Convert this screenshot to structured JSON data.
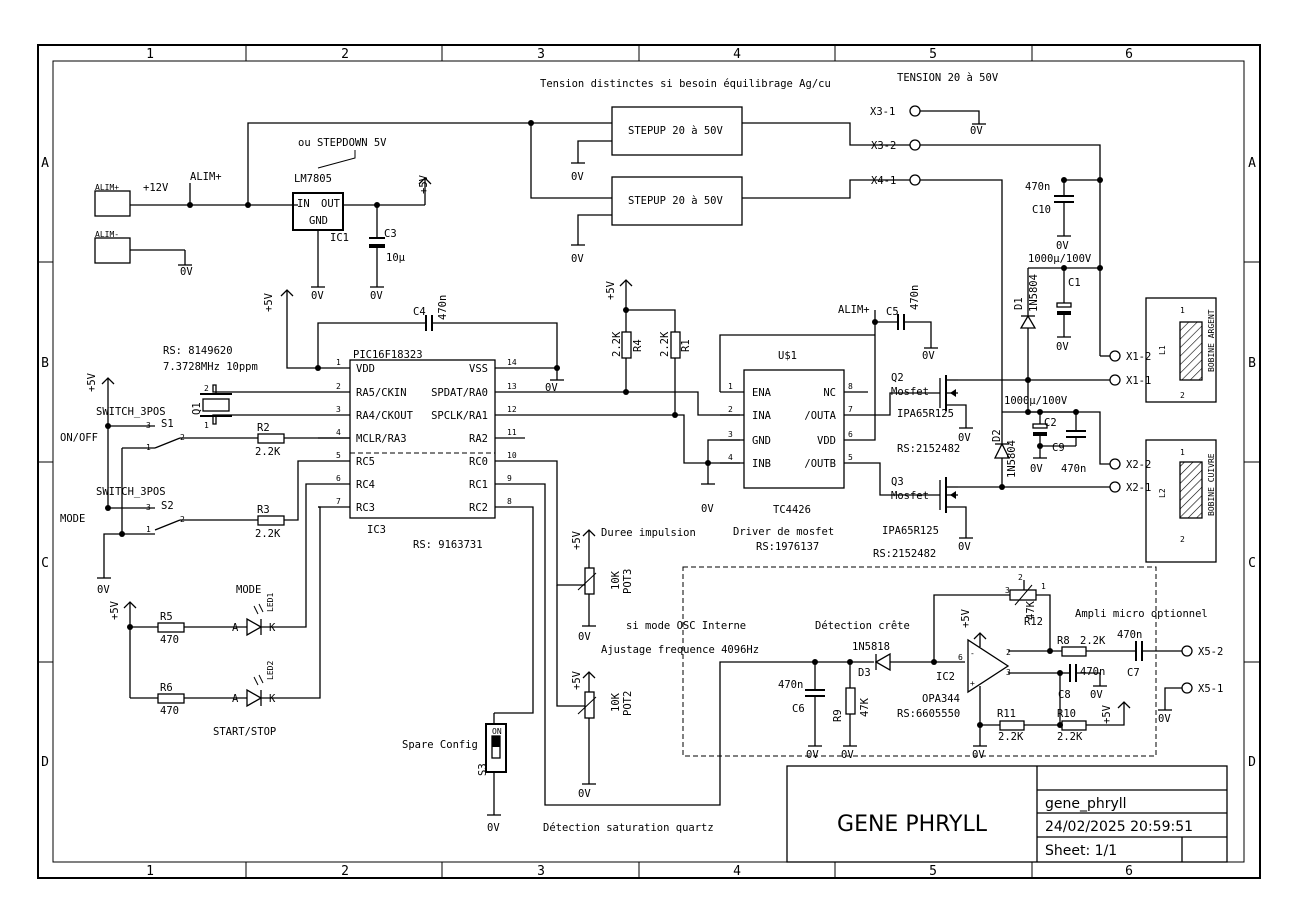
{
  "frame": {
    "columns": [
      "1",
      "2",
      "3",
      "4",
      "5",
      "6"
    ],
    "rows": [
      "A",
      "B",
      "C",
      "D"
    ]
  },
  "notes": {
    "tension_note": "Tension distinctes si besoin équilibrage Ag/cu",
    "tension_range": "TENSION 20 à 50V",
    "stepdown": "ou STEPDOWN 5V",
    "crystal_rs": "RS: 8149620",
    "crystal_freq": "7.3728MHz 10ppm",
    "osc_mode": "si  mode OSC Interne",
    "duree": "Duree impulsion",
    "ajustage": "Ajustage frequence 4096Hz",
    "detection_crete": "Détection crête",
    "ampli": "Ampli micro optionnel",
    "detection_sat": "Détection saturation quartz",
    "driver": "Driver de mosfet",
    "driver_rs": "RS:1976137",
    "spare": "Spare Config"
  },
  "nets": {
    "v12": "+12V",
    "alim": "ALIM+",
    "alim_plus": "ALIM+",
    "alim_minus": "ALIM-",
    "v5": "+5V",
    "v0": "0V",
    "on_off": "ON/OFF",
    "mode": "MODE",
    "start_stop": "START/STOP"
  },
  "parts": {
    "stepup_top": "STEPUP 20 à 50V",
    "stepup_bot": "STEPUP 20 à 50V",
    "reg_name": "LM7805",
    "reg_ref": "IC1",
    "reg_in": "IN",
    "reg_out": "OUT",
    "reg_gnd": "GND",
    "c3": "C3",
    "c3_val": "10µ",
    "c4": "C4",
    "c4_val": "470n",
    "c5": "C5",
    "c5_val": "470n",
    "c10": "C10",
    "c10_val": "470n",
    "c1": "C1",
    "c1_val": "1000µ/100V",
    "c2": "C2",
    "c2_val": "1000µ/100V",
    "c9": "C9",
    "c9_val": "470n",
    "c6": "C6",
    "c6_val": "470n",
    "c7": "C7",
    "c7_val": "470n",
    "c8": "C8",
    "c8_val": "470n",
    "d1": "D1",
    "d1_val": "1N5804",
    "d2": "D2",
    "d2_val": "1N5804",
    "d3": "D3",
    "d3_val": "1N5818",
    "q1": "Q1",
    "q2": "Q2",
    "q3": "Q3",
    "mosfet": "Mosfet",
    "mosfet_val": "IPA65R125",
    "mosfet_rs": "RS:2152482",
    "mcu": "PIC16F18323",
    "mcu_ref": "IC3",
    "mcu_rs": "RS: 9163731",
    "mcu_pins_left": [
      "VDD",
      "RA5/CKIN",
      "RA4/CKOUT",
      "MCLR/RA3",
      "RC5",
      "RC4",
      "RC3"
    ],
    "mcu_pins_right": [
      "VSS",
      "SPDAT/RA0",
      "SPCLK/RA1",
      "RA2",
      "RC0",
      "RC1",
      "RC2"
    ],
    "mcu_nums_left": [
      "1",
      "2",
      "3",
      "4",
      "5",
      "6",
      "7"
    ],
    "mcu_nums_right": [
      "14",
      "13",
      "12",
      "11",
      "10",
      "9",
      "8"
    ],
    "drv_ref": "U$1",
    "drv_name": "TC4426",
    "drv_pins_left": [
      "ENA",
      "INA",
      "GND",
      "INB"
    ],
    "drv_pins_right": [
      "NC",
      "/OUTA",
      "VDD",
      "/OUTB"
    ],
    "drv_nums_left": [
      "1",
      "2",
      "3",
      "4"
    ],
    "drv_nums_right": [
      "8",
      "7",
      "6",
      "5"
    ],
    "r1": "R1",
    "r1_val": "2.2K",
    "r2": "R2",
    "r2_val": "2.2K",
    "r3": "R3",
    "r3_val": "2.2K",
    "r4": "R4",
    "r4_val": "2.2K",
    "r5": "R5",
    "r5_val": "470",
    "r6": "R6",
    "r6_val": "470",
    "r8": "R8",
    "r8_val": "2.2K",
    "r9": "R9",
    "r9_val": "47K",
    "r10": "R10",
    "r10_val": "2.2K",
    "r11": "R11",
    "r11_val": "2.2K",
    "r12": "R12",
    "r12_val": "47K",
    "pot3": "POT3",
    "pot3_val": "10K",
    "pot2": "POT2",
    "pot2_val": "10K",
    "s1": "S1",
    "s2": "S2",
    "switch_type": "SWITCH_3POS",
    "s3": "S3",
    "s3_on": "ON",
    "led1": "LED1",
    "led2": "LED2",
    "led_a": "A",
    "led_k": "K",
    "ic2": "IC2",
    "ic2_val": "OPA344",
    "ic2_rs": "RS:6605550",
    "l1": "L1",
    "l1_val": "BOBINE ARGENT",
    "l2": "L2",
    "l2_val": "BOBINE CUIVRE"
  },
  "connectors": {
    "x3_1": "X3-1",
    "x3_2": "X3-2",
    "x4_1": "X4-1",
    "x1_2": "X1-2",
    "x1_1": "X1-1",
    "x2_2": "X2-2",
    "x2_1": "X2-1",
    "x5_2": "X5-2",
    "x5_1": "X5-1"
  },
  "title_block": {
    "title": "GENE PHRYLL",
    "filename": "gene_phryll",
    "datetime": "24/02/2025 20:59:51",
    "sheet": "Sheet: 1/1"
  }
}
